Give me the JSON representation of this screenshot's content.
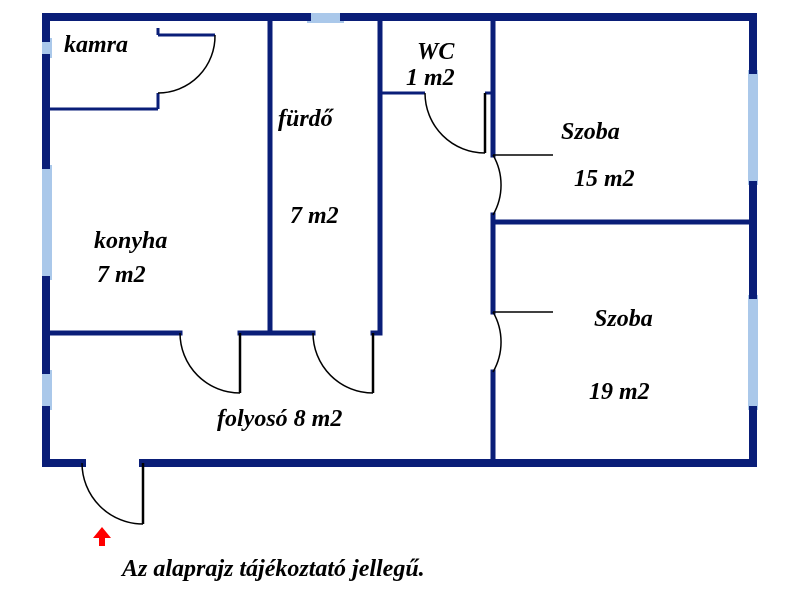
{
  "colors": {
    "wall": "#0a1e78",
    "window": "#aac8ea",
    "arrow": "#ff0000"
  },
  "rooms": {
    "kamra": {
      "name": "kamra"
    },
    "wc": {
      "name": "WC",
      "area": "1 m2"
    },
    "furdo": {
      "name": "fürdő",
      "area": "7 m2"
    },
    "konyha": {
      "name": "konyha",
      "area": "7 m2"
    },
    "szoba1": {
      "name": "Szoba",
      "area": "15 m2"
    },
    "szoba2": {
      "name": "Szoba",
      "area": "19 m2"
    },
    "folyoso": {
      "label": "folyosó 8 m2"
    }
  },
  "note": "Az alaprajz tájékoztató jellegű.",
  "icons": {
    "entrance": "red-up-arrow-icon"
  }
}
